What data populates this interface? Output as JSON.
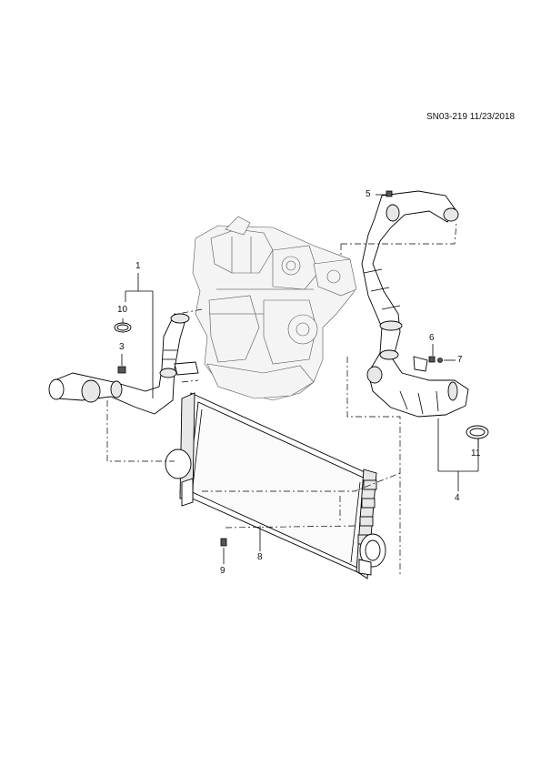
{
  "document_code": "SN03-219 11/23/2018",
  "callouts": [
    {
      "id": "c1",
      "label": "1"
    },
    {
      "id": "c2",
      "label": "3"
    },
    {
      "id": "c3",
      "label": "4"
    },
    {
      "id": "c4",
      "label": "5"
    },
    {
      "id": "c5",
      "label": "6"
    },
    {
      "id": "c6",
      "label": "7"
    },
    {
      "id": "c7",
      "label": "8"
    },
    {
      "id": "c8",
      "label": "9"
    },
    {
      "id": "c9",
      "label": "10"
    },
    {
      "id": "c10",
      "label": "11"
    }
  ]
}
